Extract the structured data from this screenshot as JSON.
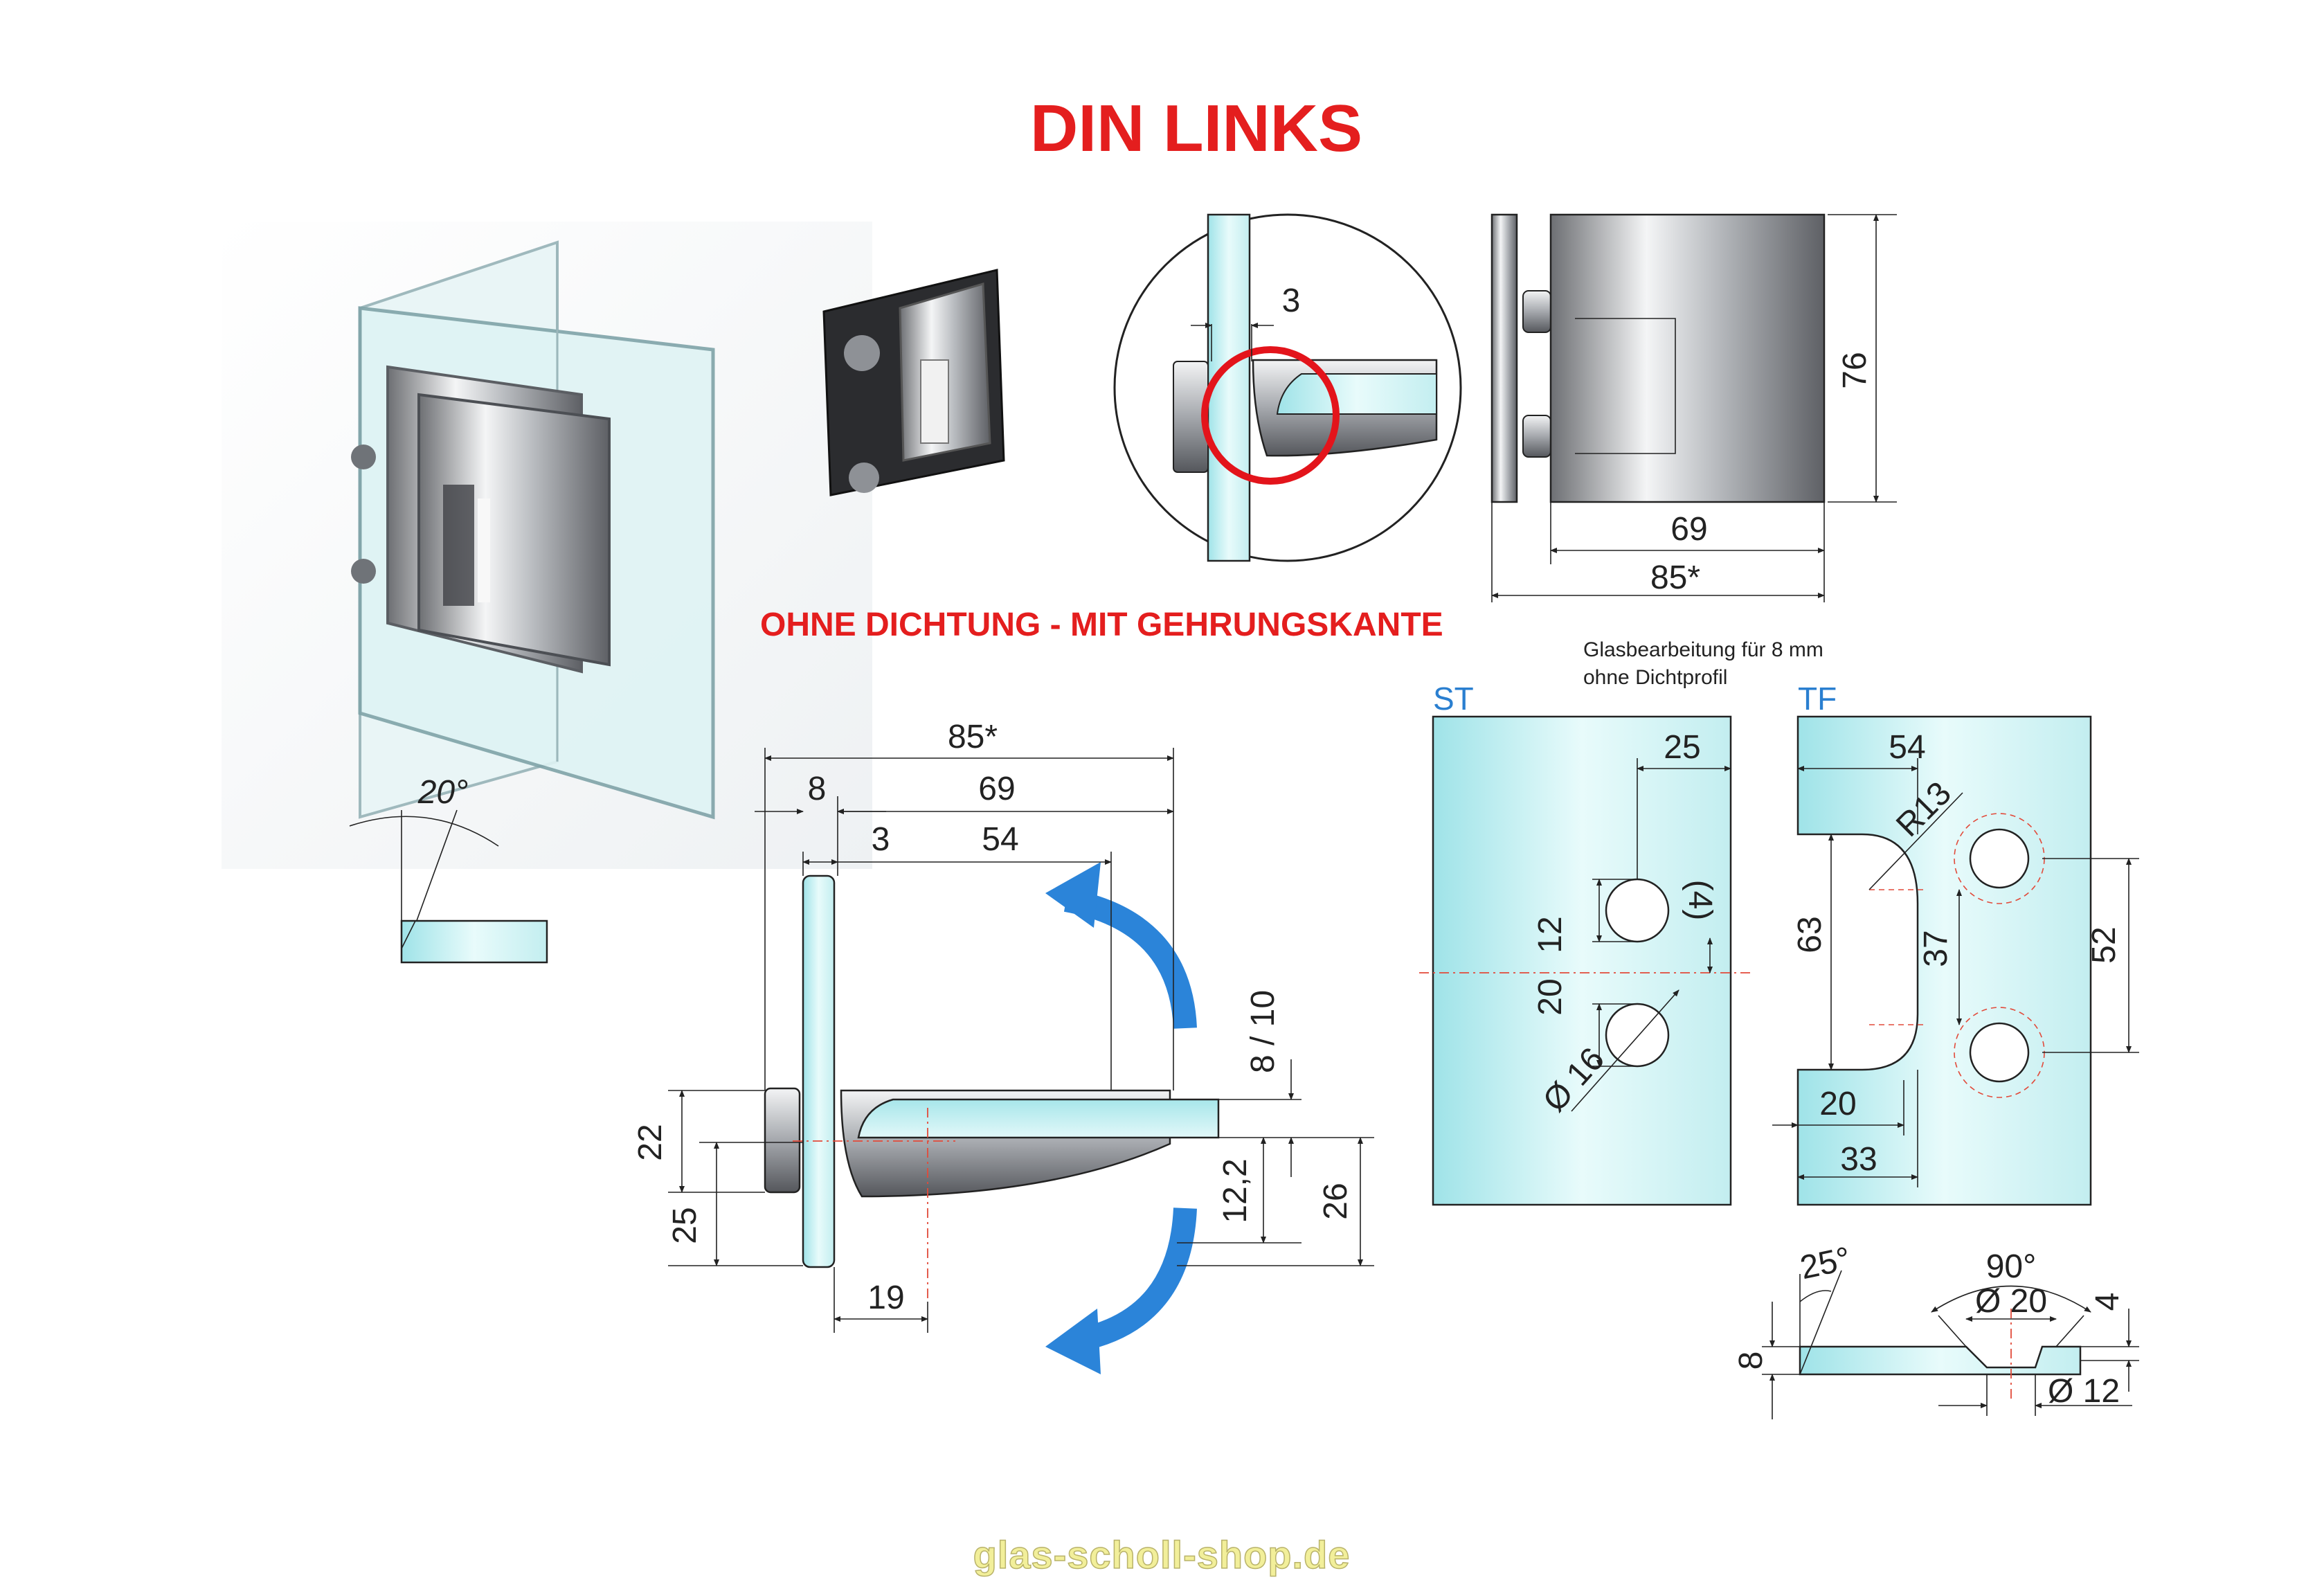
{
  "title": "DIN LINKS",
  "subtitle": "OHNE DICHTUNG - MIT GEHRUNGSKANTE",
  "glass_note": [
    "Glasbearbeitung für 8 mm",
    "ohne Dichtprofil"
  ],
  "angle_inset": {
    "label": "20°"
  },
  "detail_circle": {
    "gap_label": "3"
  },
  "front_view": {
    "height": "76",
    "width_inner": "69",
    "width_total": "85*"
  },
  "plan_view": {
    "top_total": "85*",
    "glass_thickness": "8",
    "body_width": "69",
    "offset": "3",
    "arm_length": "54",
    "left_22": "22",
    "left_25": "25",
    "right_8_10": "8 / 10",
    "right_12_2": "12,2",
    "right_26": "26",
    "bottom_19": "19"
  },
  "cutout_st": {
    "tag": "ST",
    "d25": "25",
    "d4": "(4)",
    "d12": "12",
    "d20": "20",
    "dia16": "Ø 16"
  },
  "cutout_tf": {
    "tag": "TF",
    "d54": "54",
    "r13": "R13",
    "d63": "63",
    "d37": "37",
    "d52": "52",
    "d20": "20",
    "d33": "33"
  },
  "countersink": {
    "a25": "25°",
    "a90": "90°",
    "dia20": "Ø 20",
    "dia12": "Ø 12",
    "t8": "8",
    "t4": "4"
  },
  "footer": "glas-scholl-shop.de",
  "colors": {
    "title_red": "#e41e1e",
    "tag_blue": "#2a7fd0",
    "arrow_blue": "#2b84d9",
    "glass_cyan": "#bfeef0",
    "highlight_circle": "#e3141b"
  }
}
